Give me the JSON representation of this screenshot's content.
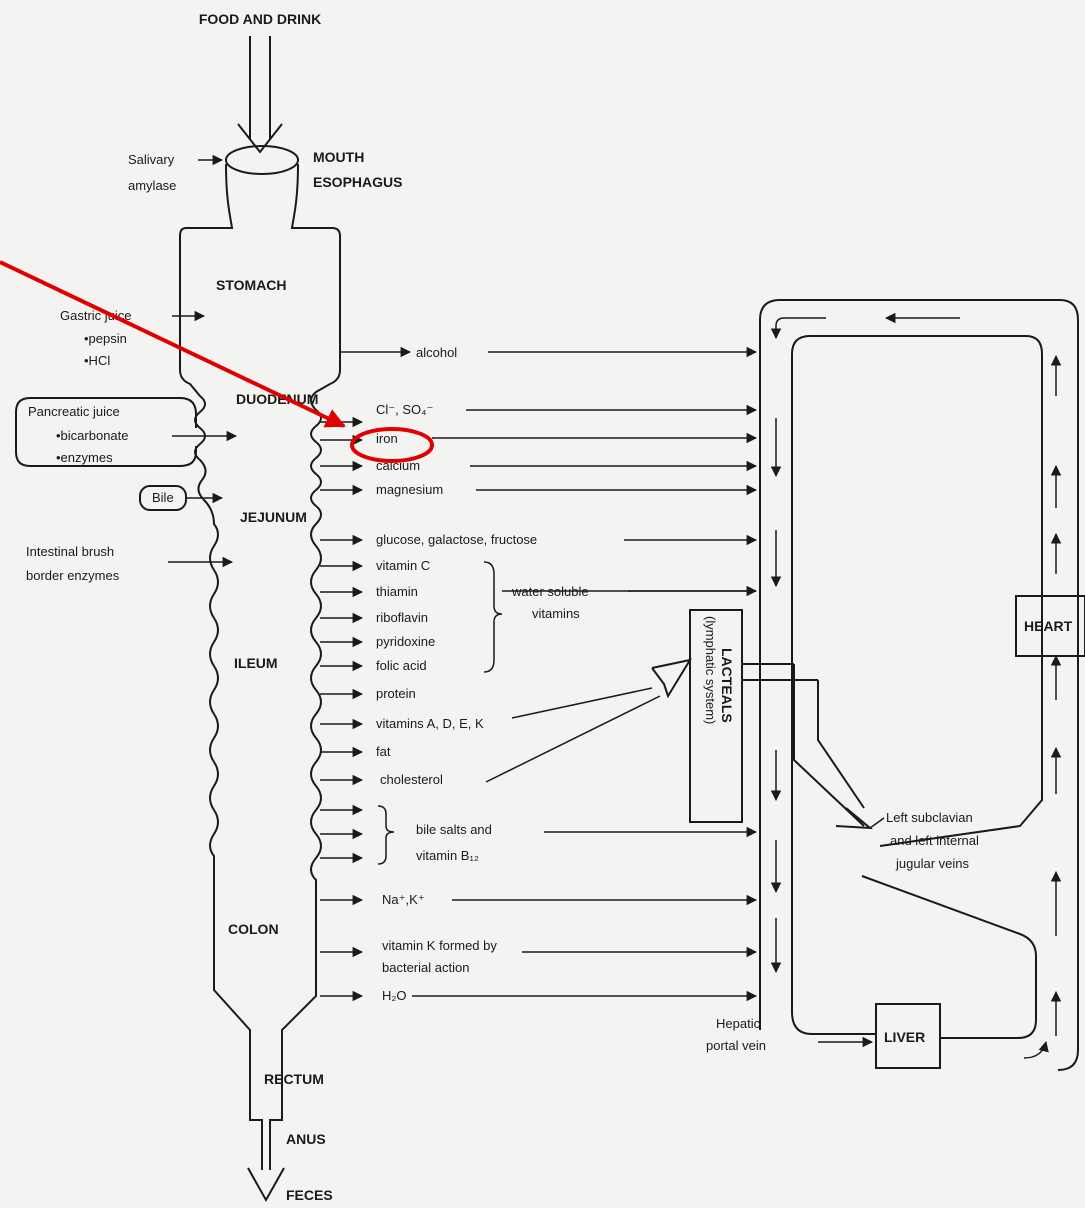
{
  "header": {
    "title": "FOOD AND DRINK"
  },
  "organs": {
    "mouth": "MOUTH",
    "esophagus": "ESOPHAGUS",
    "stomach": "STOMACH",
    "duodenum": "DUODENUM",
    "jejunum": "JEJUNUM",
    "ileum": "ILEUM",
    "colon": "COLON",
    "rectum": "RECTUM",
    "anus": "ANUS",
    "feces": "FECES"
  },
  "secretions": {
    "salivary_1": "Salivary",
    "salivary_2": "amylase",
    "gastric_1": "Gastric juice",
    "gastric_2": "•pepsin",
    "gastric_3": "•HCl",
    "pancreatic_1": "Pancreatic  juice",
    "pancreatic_2": "•bicarbonate",
    "pancreatic_3": "•enzymes",
    "bile": "Bile",
    "brush_1": "Intestinal brush",
    "brush_2": "border enzymes"
  },
  "absorbed": {
    "alcohol": "alcohol",
    "chloride": "Cl⁻, SO₄⁻",
    "iron": "iron",
    "calcium": "calcium",
    "magnesium": "magnesium",
    "sugars": "glucose, galactose, fructose",
    "vitamin_c": "vitamin C",
    "thiamin": "thiamin",
    "riboflavin": "riboflavin",
    "pyridoxine": "pyridoxine",
    "folic": "folic acid",
    "protein": "protein",
    "vitamins_adek": "vitamins A, D, E, K",
    "fat": "fat",
    "cholesterol": "cholesterol",
    "bile_salts_1": "bile salts and",
    "bile_salts_2": "vitamin B₁₂",
    "nak": "Na⁺,K⁺",
    "vitk_1": "vitamin K formed by",
    "vitk_2": "bacterial action",
    "water": "H₂O"
  },
  "groups": {
    "water_soluble_1": "water soluble",
    "water_soluble_2": "vitamins"
  },
  "circulation": {
    "lacteals_1": "LACTEALS",
    "lacteals_2": "(lymphatic system)",
    "left_subclavian_1": "Left subclavian",
    "left_subclavian_2": "and left internal",
    "left_subclavian_3": "jugular veins",
    "heart": "HEART",
    "liver": "LIVER",
    "portal_1": "Hepatic",
    "portal_2": "portal vein"
  },
  "colors": {
    "highlight": "#e00000",
    "ink": "#1a1a1a",
    "paper": "#f3f3f1"
  }
}
